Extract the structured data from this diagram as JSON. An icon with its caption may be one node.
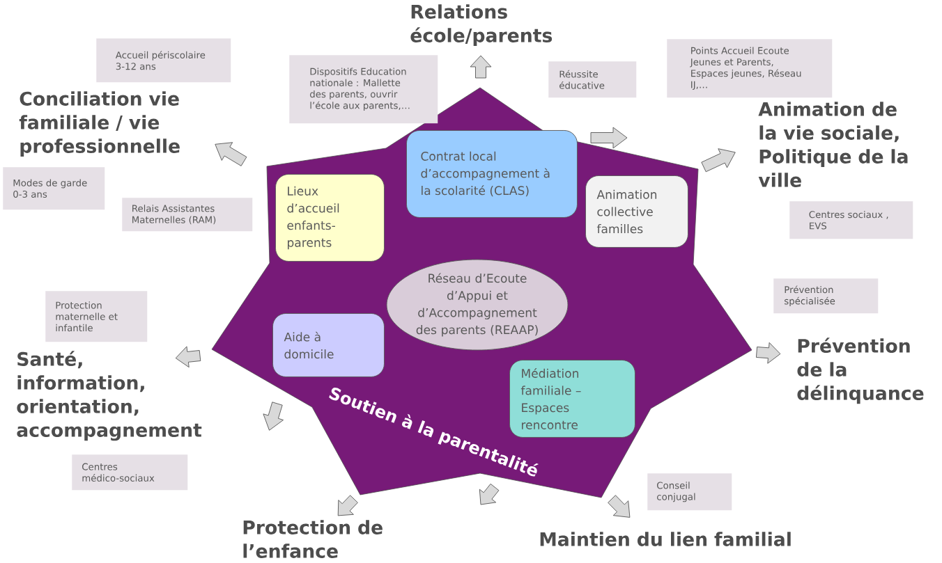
{
  "diagram": {
    "nodes": [
      {
        "text": [
          "Soutien à la parentalité"
        ]
      },
      {
        "text": [
          "Lieux d’accueil enfants-parents"
        ],
        "in": 0
      },
      {
        "text": [
          "Contrat local d’accompagnement à la scolarité (CLAS)"
        ],
        "in": 0
      },
      {
        "text": [
          "Animation collective familles"
        ],
        "in": 0
      },
      {
        "text": [
          "Réseau d’Ecoute d’Appui et d’Accompagnement des parents (REAAP)"
        ],
        "in": 0
      },
      {
        "text": [
          "Aide à domicile"
        ],
        "in": 0
      },
      {
        "text": [
          "Médiation familiale – Espaces rencontre"
        ],
        "in": 0
      },
      {
        "text": [
          "Relations école/parents"
        ]
      },
      {
        "text": [
          "Conciliation vie familiale / vie professionnelle"
        ]
      },
      {
        "text": [
          "Animation de la vie sociale, Politique de la ville"
        ]
      },
      {
        "text": [
          "Santé, information, orientation, accompagnement"
        ]
      },
      {
        "text": [
          "Prévention de la délinquance"
        ]
      },
      {
        "text": [
          "Protection de l’enfance"
        ]
      },
      {
        "text": [
          "Maintien du lien familial"
        ]
      },
      {
        "text": [
          "Accueil périscolaire 3-12 ans"
        ]
      },
      {
        "text": [
          "Dispositifs Education nationale : Mallette des parents, ouvrir l’école aux parents,…"
        ]
      },
      {
        "text": [
          "Réussite éducative"
        ]
      },
      {
        "text": [
          "Points Accueil Ecoute Jeunes et Parents, Espaces jeunes, Réseau IJ,…"
        ]
      },
      {
        "text": [
          "Modes de garde 0-3 ans"
        ]
      },
      {
        "text": [
          "Relais Assistantes Maternelles (RAM)"
        ]
      },
      {
        "text": [
          "Centres sociaux , EVS"
        ]
      },
      {
        "text": [
          "Prévention spécialisée"
        ]
      },
      {
        "text": [
          "Protection maternelle et infantile"
        ]
      },
      {
        "text": [
          "Centres médico-sociaux"
        ]
      },
      {
        "text": [
          "Conseil conjugal"
        ]
      }
    ],
    "edges": [
      {
        "from": 0,
        "to": 7,
        "arrow": "to"
      },
      {
        "from": 0,
        "to": 8,
        "arrow": "to"
      },
      {
        "from": 0,
        "to": null,
        "arrow": "to"
      },
      {
        "from": 0,
        "to": 9,
        "arrow": "to"
      },
      {
        "from": 0,
        "to": 10,
        "arrow": "to"
      },
      {
        "from": 0,
        "to": null,
        "arrow": "to"
      },
      {
        "from": 0,
        "to": 12,
        "arrow": "to"
      },
      {
        "from": 0,
        "to": null,
        "arrow": "to"
      },
      {
        "from": 0,
        "to": 13,
        "arrow": "to"
      },
      {
        "from": 0,
        "to": 11,
        "arrow": "to"
      }
    ]
  }
}
